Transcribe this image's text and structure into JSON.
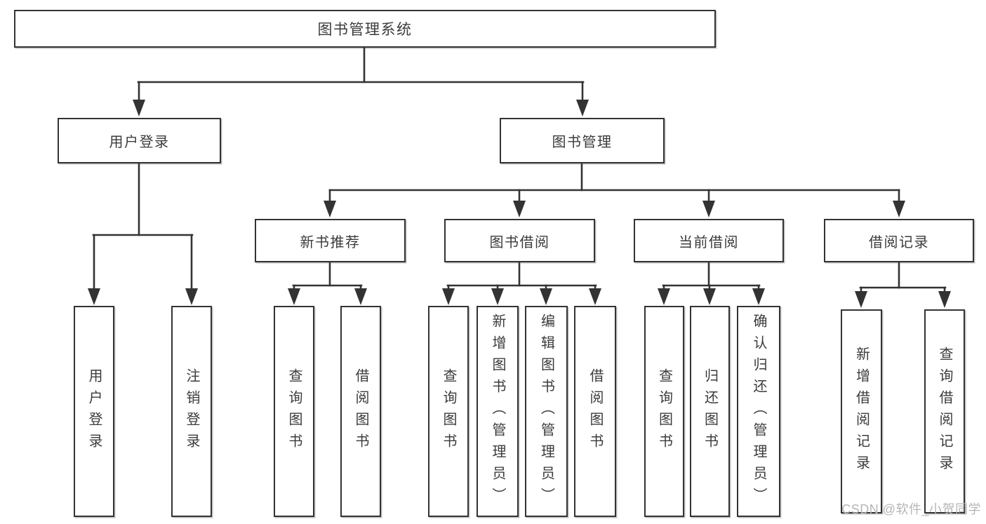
{
  "diagram": {
    "nodes": {
      "root": "图书管理系统",
      "l1": [
        "用户登录",
        "图书管理"
      ],
      "l2": [
        "新书推荐",
        "图书借阅",
        "当前借阅",
        "借阅记录"
      ],
      "leaves": [
        "用户登录",
        "注销登录",
        "查询图书",
        "借阅图书",
        "查询图书",
        "新增图书（管理员）",
        "编辑图书（管理员）",
        "借阅图书",
        "查询图书",
        "归还图书",
        "确认归还（管理员）",
        "新增借阅记录",
        "查询借阅记录"
      ]
    },
    "structure": {
      "图书管理系统": [
        "用户登录",
        "图书管理"
      ],
      "用户登录": [
        "用户登录",
        "注销登录"
      ],
      "图书管理": [
        "新书推荐",
        "图书借阅",
        "当前借阅",
        "借阅记录"
      ],
      "新书推荐": [
        "查询图书",
        "借阅图书"
      ],
      "图书借阅": [
        "查询图书",
        "新增图书（管理员）",
        "编辑图书（管理员）",
        "借阅图书"
      ],
      "当前借阅": [
        "查询图书",
        "归还图书",
        "确认归还（管理员）"
      ],
      "借阅记录": [
        "新增借阅记录",
        "查询借阅记录"
      ]
    },
    "colors": {
      "line": "#333333",
      "box_border": "#333333",
      "text": "#3b3b3b",
      "background": "#ffffff",
      "watermark": "#b5b5b5"
    }
  },
  "watermark": {
    "text": "CSDN @软件_小贺同学"
  }
}
